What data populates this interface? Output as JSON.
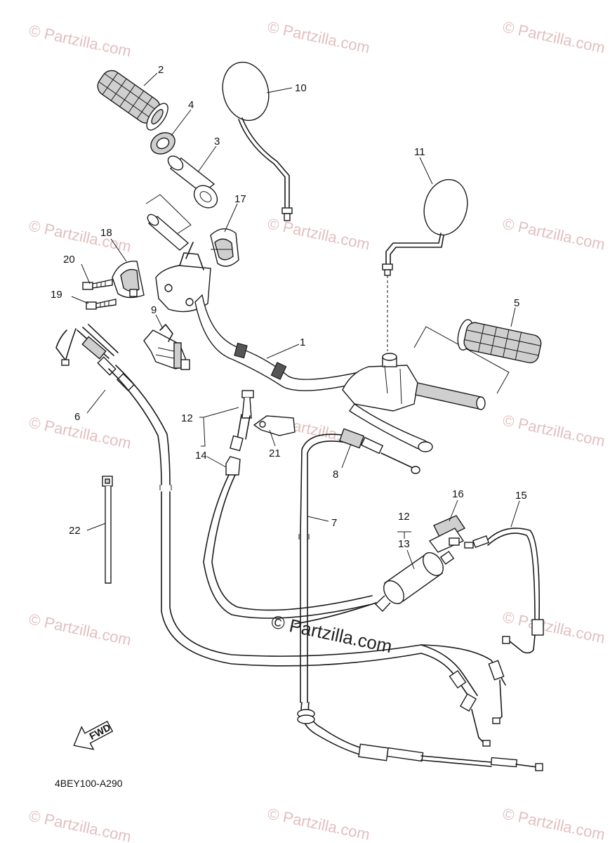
{
  "diagram_code": "4BEY100-A290",
  "fwd_label": "FWD",
  "watermark": "© Partzilla.com",
  "center_watermark": "© Partzilla.com",
  "callouts": [
    {
      "id": "c1",
      "label": "1"
    },
    {
      "id": "c2",
      "label": "2"
    },
    {
      "id": "c3",
      "label": "3"
    },
    {
      "id": "c4",
      "label": "4"
    },
    {
      "id": "c5",
      "label": "5"
    },
    {
      "id": "c6",
      "label": "6"
    },
    {
      "id": "c7",
      "label": "7"
    },
    {
      "id": "c8",
      "label": "8"
    },
    {
      "id": "c9",
      "label": "9"
    },
    {
      "id": "c10",
      "label": "10"
    },
    {
      "id": "c11",
      "label": "11"
    },
    {
      "id": "c12a",
      "label": "12"
    },
    {
      "id": "c12b",
      "label": "12"
    },
    {
      "id": "c13",
      "label": "13"
    },
    {
      "id": "c14",
      "label": "14"
    },
    {
      "id": "c15",
      "label": "15"
    },
    {
      "id": "c16",
      "label": "16"
    },
    {
      "id": "c17",
      "label": "17"
    },
    {
      "id": "c18",
      "label": "18"
    },
    {
      "id": "c19",
      "label": "19"
    },
    {
      "id": "c20",
      "label": "20"
    },
    {
      "id": "c21",
      "label": "21"
    },
    {
      "id": "c22",
      "label": "22"
    }
  ]
}
